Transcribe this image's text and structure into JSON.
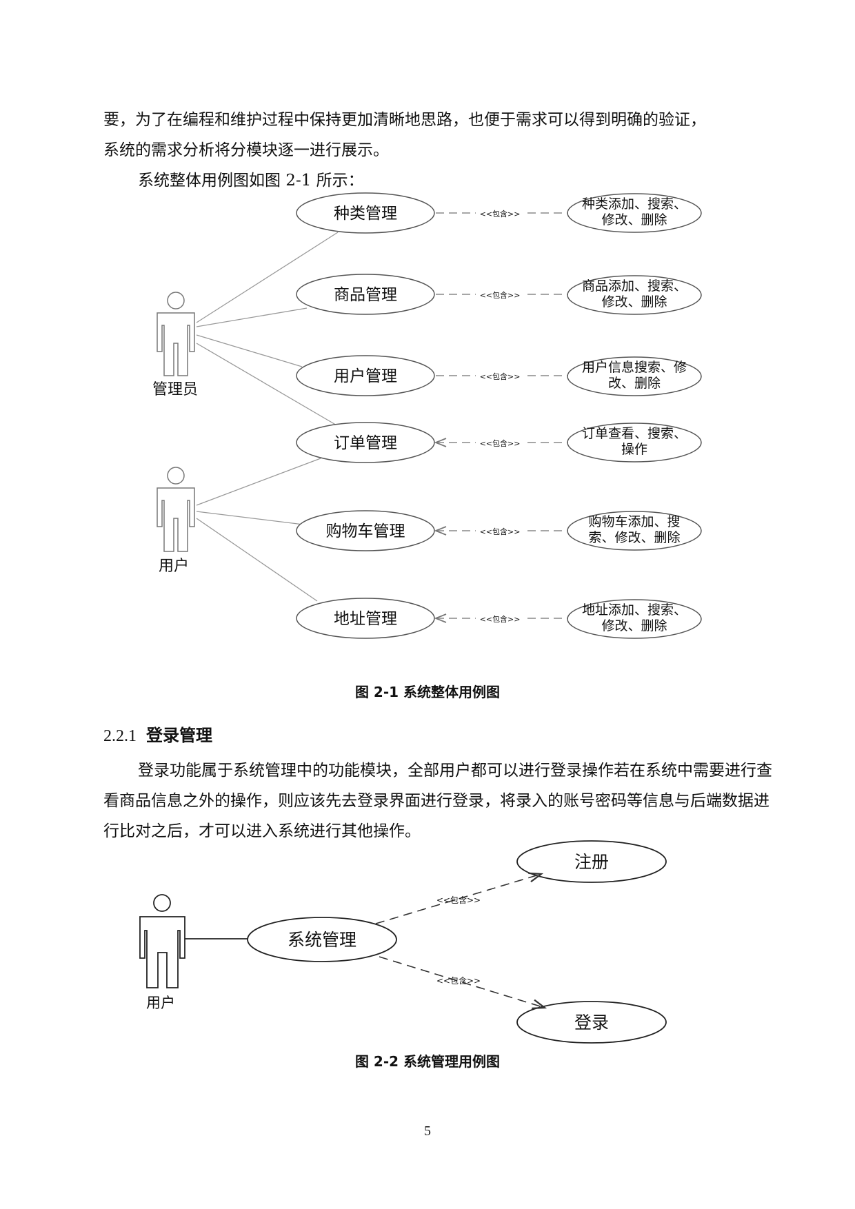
{
  "paragraphs": {
    "intro_line1": "要，为了在编程和维护过程中保持更加清晰地思路，也便于需求可以得到明确的验证，",
    "intro_line2": "系统的需求分析将分模块逐一进行展示。",
    "intro_line3": "系统整体用例图如图 2-1 所示：",
    "login_text": "登录功能属于系统管理中的功能模块，全部用户都可以进行登录操作若在系统中需要进行查看商品信息之外的操作，则应该先去登录界面进行登录，将录入的账号密码等信息与后端数据进行比对之后，才可以进入系统进行其他操作。"
  },
  "figure1": {
    "caption": "图 2-1  系统整体用例图",
    "actors": {
      "admin": "管理员",
      "user": "用户"
    },
    "include_label": "<<包含>>",
    "use_cases": [
      {
        "name": "种类管理",
        "detail_line1": "种类添加、搜索、",
        "detail_line2": "修改、删除"
      },
      {
        "name": "商品管理",
        "detail_line1": "商品添加、搜索、",
        "detail_line2": "修改、删除"
      },
      {
        "name": "用户管理",
        "detail_line1": "用户信息搜索、修",
        "detail_line2": "改、删除"
      },
      {
        "name": "订单管理",
        "detail_line1": "订单查看、搜索、",
        "detail_line2": "操作"
      },
      {
        "name": "购物车管理",
        "detail_line1": "购物车添加、搜",
        "detail_line2": "索、修改、删除"
      },
      {
        "name": "地址管理",
        "detail_line1": "地址添加、搜索、",
        "detail_line2": "修改、删除"
      }
    ]
  },
  "section": {
    "number": "2.2.1",
    "title": "登录管理"
  },
  "figure2": {
    "caption": "图 2-2  系统管理用例图",
    "actor": "用户",
    "center": "系统管理",
    "register": "注册",
    "login": "登录",
    "include_label": "<<包含>>"
  },
  "page_number": "5"
}
